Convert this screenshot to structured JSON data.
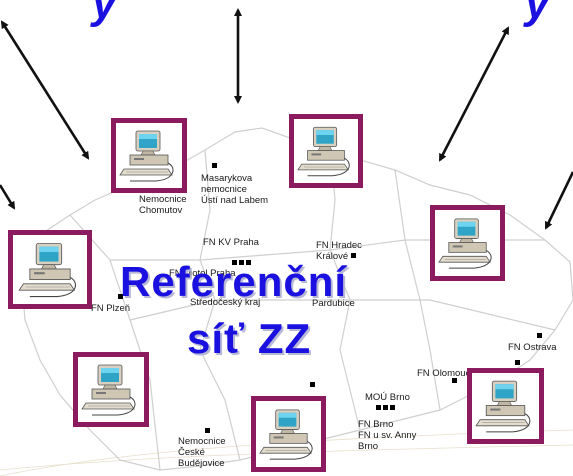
{
  "colors": {
    "title": "#1a10e0",
    "terminal_frame": "#8b1a5e",
    "map_outline": "#c9c9c9",
    "arrow": "#111111"
  },
  "icons": [
    "computer-terminal-icon",
    "arrow-icon",
    "site-marker-icon"
  ],
  "title": {
    "line1": "Referenční",
    "line2": "síť ZZ"
  },
  "sites": {
    "masaryk": "Masarykova\nnemocnice\nÚstí nad Labem",
    "chomutov": "Nemocnice\nChomutov",
    "fn_kv": "FN KV Praha",
    "fn_hk": "FN Hradec\nKrálové",
    "fn_motol": "FN Motol Praha",
    "stredocesky": "Středočeský kraj",
    "pardubice": "Pardubice",
    "plzen": "FN Plzeň",
    "ostrava": "FN Ostrava",
    "olomouc": "FN Olomouc",
    "mou": "MOÚ Brno",
    "fn_brno": "FN Brno",
    "fn_anna": "FN u sv. Anny\nBrno",
    "cb": "Nemocnice\nČeské\nBudějovice"
  }
}
